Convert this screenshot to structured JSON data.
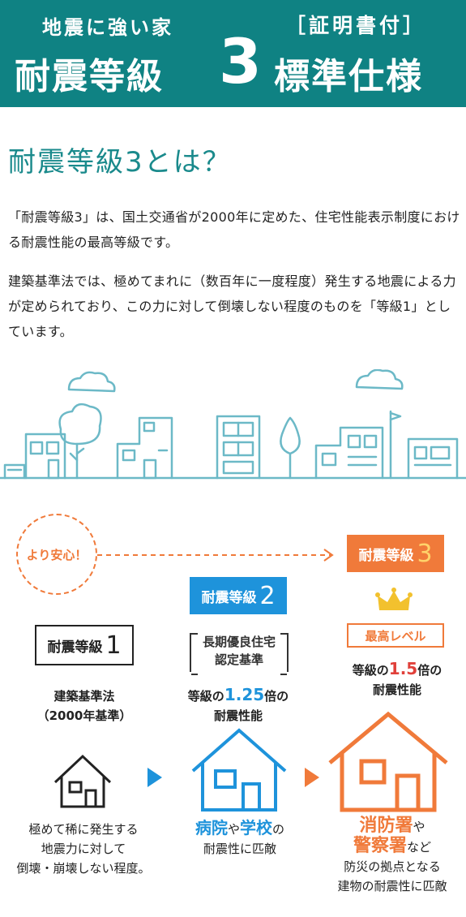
{
  "banner": {
    "subtitle": "地震に強い家",
    "certificate": "［証明書付］",
    "main": "耐震等級",
    "number": "3",
    "standard": "標準仕様"
  },
  "intro": {
    "title": "耐震等級3とは？",
    "paragraph1": "「耐震等級3」は、国土交通省が2000年に定めた、住宅性能表示制度における耐震性能の最高等級です。",
    "paragraph2": "建築基準法では、極めてまれに（数百年に一度程度）発生する地震による力が定められており、この力に対して倒壊しない程度のものを「等級1」としています。"
  },
  "bubble": {
    "label": "より安心！"
  },
  "levels": {
    "level3": {
      "label": "耐震等級",
      "number": "3",
      "tag": "最高レベル",
      "ratio_prefix": "等級の",
      "ratio": "1.5",
      "ratio_suffix": "倍の",
      "ratio_line2": "耐震性能"
    },
    "level2": {
      "label": "耐震等級",
      "number": "2",
      "tag_line1": "長期優良住宅",
      "tag_line2": "認定基準",
      "ratio_prefix": "等級の",
      "ratio": "1.25",
      "ratio_suffix": "倍の",
      "ratio_line2": "耐震性能"
    },
    "level1": {
      "label": "耐震等級",
      "number": "1",
      "law_line1": "建築基準法",
      "law_line2": "（2000年基準）"
    }
  },
  "descriptions": {
    "level1": {
      "line1": "極めて稀に発生する",
      "line2": "地震力に対して",
      "line3": "倒壊・崩壊しない程度。"
    },
    "level2": {
      "word1": "病院",
      "joiner1": "や",
      "word2": "学校",
      "joiner2": "の",
      "line2": "耐震性に匹敵"
    },
    "level3": {
      "word1": "消防署",
      "joiner1": "や",
      "word2": "警察署",
      "joiner2": "など",
      "line3": "防災の拠点となる",
      "line4": "建物の耐震性に匹敵"
    }
  },
  "colors": {
    "teal": "#0f8283",
    "blue": "#1e93db",
    "orange": "#f07a3a",
    "red": "#e0403a"
  },
  "icons": [
    "house-icon",
    "crown-icon",
    "arrow-right-icon",
    "town-illustration"
  ]
}
